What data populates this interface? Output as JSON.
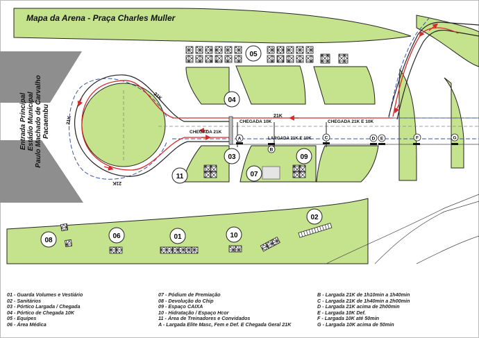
{
  "title": "Mapa da Arena - Praça Charles Muller",
  "entrance": [
    "Entrada Principal",
    "Estádio Municipal",
    "Paulo Machado de Carvalho",
    "Pacaembu"
  ],
  "colors": {
    "green": "#c5e38d",
    "gray": "#8e8e8e",
    "route_red": "#d32a2a",
    "route_blue": "#3a52a8",
    "dark": "#222222"
  },
  "zones": [
    "01",
    "02",
    "03",
    "04",
    "05",
    "06",
    "07",
    "08",
    "09",
    "10",
    "11"
  ],
  "gates": [
    "A",
    "B",
    "C",
    "D",
    "E",
    "F",
    "G"
  ],
  "route_labels": {
    "k21_a": "21K",
    "k21_b": "21K",
    "k21_c": "21K",
    "k21_d": "21K",
    "chegada10": "CHEGADA 10K",
    "chegada21": "CHEGADA 21K",
    "chegada21_10": "CHEGADA 21K E 10K",
    "largada": "LARGADA 21K E 10K"
  },
  "legend": {
    "col1": [
      "01 - Guarda Volumes e Vestiário",
      "02 - Sanitários",
      "03 - Pórtico Largada / Chegada",
      "04 - Pórtico de Chegada 10K",
      "05 - Equipes",
      "06 - Área Médica"
    ],
    "col2": [
      "07 - Pódium de Premiação",
      "08 - Devolução do Chip",
      "09 - Espaço CAIXA",
      "10 - Hidratação / Espaço Hcor",
      "11 - Área de Treinadores e Convidados",
      "A - Largada Elite Masc, Fem e Def. E Chegada Geral 21K"
    ],
    "col3": [
      "B - Largada 21K de 1h10min a 1h40min",
      "C - Largada 21K de 1h40min a 2h00min",
      "D - Largada 21K acima de 2h00min",
      "E - Largada 10K Def.",
      "F - Largada 10K até 50min",
      "G - Largada 10K acima de 50min"
    ]
  }
}
